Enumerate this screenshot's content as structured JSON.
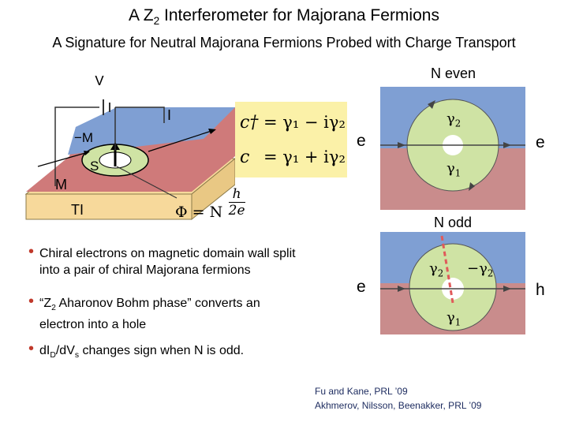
{
  "title": {
    "prefix": "A Z",
    "sub": "2",
    "suffix": " Interferometer for Majorana Fermions"
  },
  "subtitle": "A Signature for Neutral Majorana Fermions Probed with Charge Transport",
  "diagram": {
    "v_label": "V",
    "i_label": "I",
    "neg_m_label": "−M",
    "s_label": "S",
    "m_label": "M",
    "ti_label": "TI"
  },
  "formula": {
    "line1_left": "c†",
    "line1_right": "= γ₁ − iγ₂",
    "line2_left": "c",
    "line2_right": "= γ₁ + iγ₂"
  },
  "flux": {
    "lhs": "Φ = N",
    "num": "h",
    "den": "2e"
  },
  "even": {
    "heading": "N even",
    "in": "e",
    "out": "e",
    "top": "γ",
    "top_sub": "2",
    "bottom": "γ",
    "bottom_sub": "1"
  },
  "odd": {
    "heading": "N odd",
    "in": "e",
    "out": "h",
    "top": "γ",
    "top_sub": "2",
    "top2": "−γ",
    "top2_sub": "2",
    "bottom": "γ",
    "bottom_sub": "1"
  },
  "bullets": {
    "b1_line1": "Chiral electrons on magnetic domain wall split",
    "b1_line2": "into a pair of chiral Majorana fermions",
    "b2_line1": "“Z",
    "b2_line1_sub": "2",
    "b2_line1_rest": " Aharonov Bohm phase” converts an",
    "b2_line2": "electron into a hole",
    "b3_pre": "dI",
    "b3_sub1": "D",
    "b3_mid": "/dV",
    "b3_sub2": "s",
    "b3_rest": " changes sign when N is odd."
  },
  "citation": {
    "line1": "Fu and Kane, PRL ’09",
    "line2": "Akhmerov, Nilsson, Beenakker, PRL ’09"
  },
  "colors": {
    "blue": "#7f9fd3",
    "red": "#cf7a7a",
    "tan": "#f7d99b",
    "green": "#cfe3a4",
    "pink_panel": "#c98c8c",
    "formula_bg": "#fbf1a8",
    "bullet": "#c0392b"
  }
}
